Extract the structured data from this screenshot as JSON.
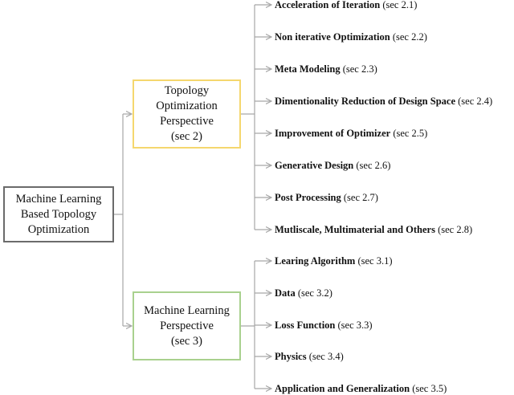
{
  "root": {
    "lines": [
      "Machine Learning",
      "Based Topology",
      "Optimization"
    ]
  },
  "branches": [
    {
      "lines": [
        "Topology",
        "Optimization",
        "Perspective",
        "(sec 2)"
      ],
      "border_color": "#f5d76e",
      "items": [
        {
          "name": "Acceleration of Iteration",
          "sec": "(sec 2.1)"
        },
        {
          "name": "Non iterative Optimization",
          "sec": "(sec 2.2)"
        },
        {
          "name": "Meta Modeling",
          "sec": "(sec 2.3)"
        },
        {
          "name": "Dimentionality Reduction of Design Space",
          "sec": "(sec 2.4)"
        },
        {
          "name": "Improvement of Optimizer",
          "sec": "(sec 2.5)"
        },
        {
          "name": "Generative Design",
          "sec": "(sec 2.6)"
        },
        {
          "name": "Post Processing",
          "sec": "(sec 2.7)"
        },
        {
          "name": "Mutliscale, Multimaterial and Others",
          "sec": "(sec 2.8)"
        }
      ]
    },
    {
      "lines": [
        "Machine Learning",
        "Perspective",
        "(sec 3)"
      ],
      "border_color": "#a9d18e",
      "items": [
        {
          "name": "Learing Algorithm",
          "sec": "(sec 3.1)"
        },
        {
          "name": "Data",
          "sec": "(sec 3.2)"
        },
        {
          "name": "Loss Function",
          "sec": "(sec 3.3)"
        },
        {
          "name": "Physics",
          "sec": "(sec 3.4)"
        },
        {
          "name": "Application and Generalization",
          "sec": "(sec 3.5)"
        }
      ]
    }
  ],
  "colors": {
    "connector": "#a6a6a6",
    "root_border": "#6b6b6b"
  }
}
